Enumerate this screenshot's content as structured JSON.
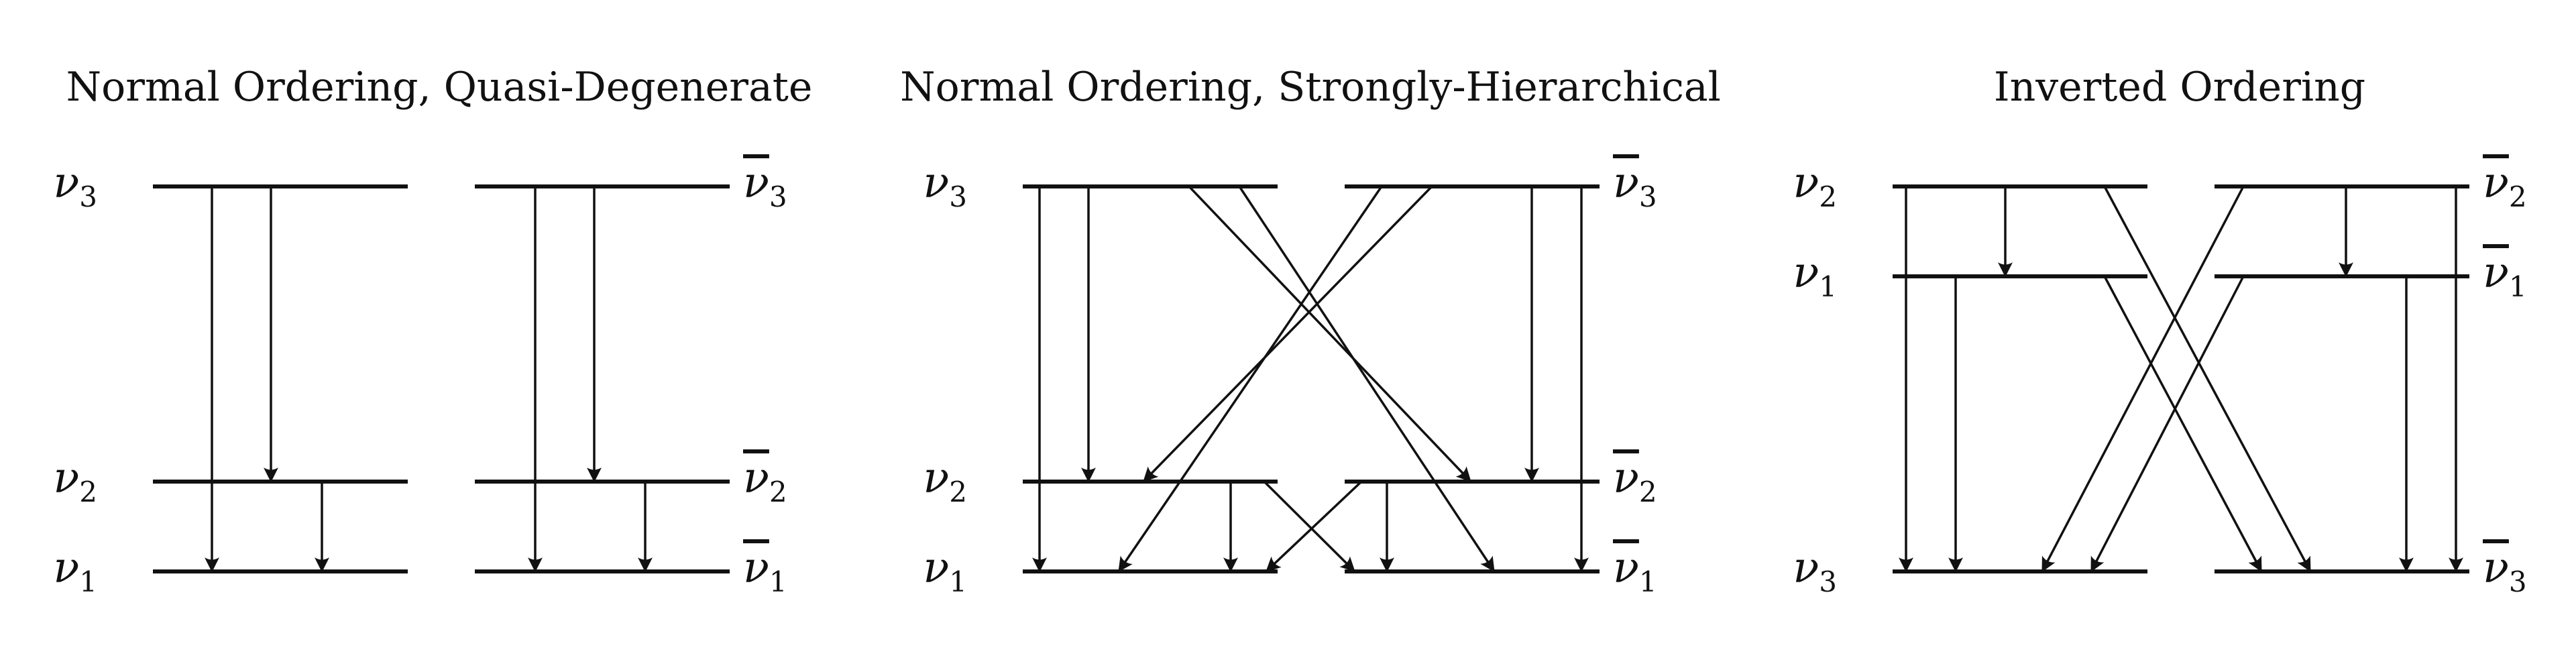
{
  "panels": [
    {
      "title": "Normal Ordering, Quasi-Degenerate",
      "left_labels": [
        {
          "sym": "ν",
          "sub": "3",
          "bar": false
        },
        {
          "sym": "ν",
          "sub": "2",
          "bar": false
        },
        {
          "sym": "ν",
          "sub": "1",
          "bar": false
        }
      ],
      "right_labels": [
        {
          "sym": "ν",
          "sub": "3",
          "bar": true
        },
        {
          "sym": "ν",
          "sub": "2",
          "bar": true
        },
        {
          "sym": "ν",
          "sub": "1",
          "bar": true
        }
      ]
    },
    {
      "title": "Normal Ordering, Strongly-Hierarchical",
      "left_labels": [
        {
          "sym": "ν",
          "sub": "3",
          "bar": false
        },
        {
          "sym": "ν",
          "sub": "2",
          "bar": false
        },
        {
          "sym": "ν",
          "sub": "1",
          "bar": false
        }
      ],
      "right_labels": [
        {
          "sym": "ν",
          "sub": "3",
          "bar": true
        },
        {
          "sym": "ν",
          "sub": "2",
          "bar": true
        },
        {
          "sym": "ν",
          "sub": "1",
          "bar": true
        }
      ]
    },
    {
      "title": "Inverted Ordering",
      "left_labels": [
        {
          "sym": "ν",
          "sub": "2",
          "bar": false
        },
        {
          "sym": "ν",
          "sub": "1",
          "bar": false
        },
        {
          "sym": "ν",
          "sub": "3",
          "bar": false
        }
      ],
      "right_labels": [
        {
          "sym": "ν",
          "sub": "2",
          "bar": true
        },
        {
          "sym": "ν",
          "sub": "1",
          "bar": true
        },
        {
          "sym": "ν",
          "sub": "3",
          "bar": true
        }
      ]
    }
  ]
}
